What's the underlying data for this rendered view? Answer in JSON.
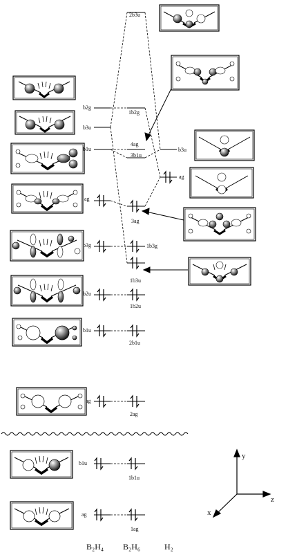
{
  "columns": [
    "B₂H₄",
    "B₂H₆",
    "H₂"
  ],
  "axes": [
    "y",
    "z",
    "x"
  ],
  "levels": {
    "b2h4": [
      "b2g",
      "b3u",
      "b1u",
      "ag",
      "b3g",
      "b2u",
      "b1u",
      "ag",
      "b1u",
      "ag"
    ],
    "b2h6": [
      "2b3u",
      "1b2g",
      "4ag",
      "3b1u",
      "3ag",
      "1b3g",
      "1b3u",
      "1b2u",
      "2b1u",
      "2ag",
      "1b1u",
      "1ag"
    ],
    "h2": [
      "b3u",
      "ag"
    ]
  },
  "icons": {
    "left_column": [
      "mo-b2g",
      "mo-b3u",
      "mo-b1u",
      "mo-ag",
      "mo-b3g",
      "mo-b2u",
      "mo-b1u-core",
      "mo-ag-core",
      "mo-b1u-inner",
      "mo-ag-inner"
    ],
    "right_column": [
      "mo-2b3u",
      "mo-4ag",
      "mo-h2-b3u",
      "mo-h2-ag",
      "mo-3ag",
      "mo-1b3u"
    ]
  }
}
